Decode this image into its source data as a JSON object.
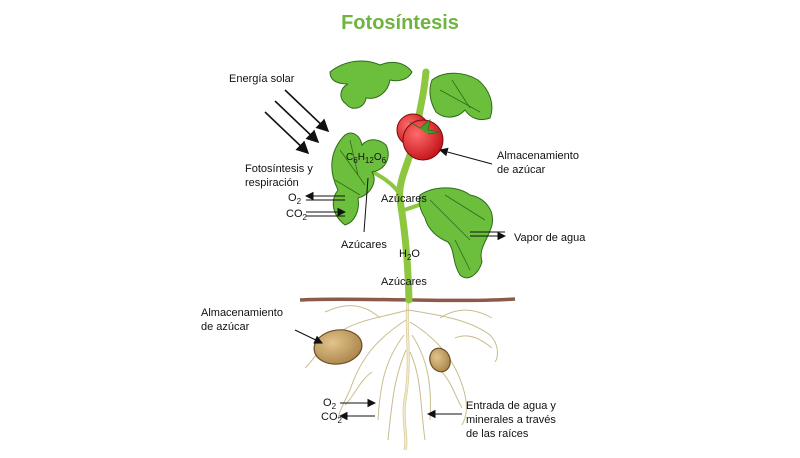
{
  "title": "Fotosíntesis",
  "labels": {
    "energia_solar": "Energía solar",
    "fotosintesis_line1": "Fotosíntesis y",
    "fotosintesis_line2": "respiración",
    "o2_top": "O",
    "o2_top_sub": "2",
    "co2_top": "CO",
    "co2_top_sub": "2",
    "azucares_left": "Azúcares",
    "glucose_c": "C",
    "glucose_c_sub": "6",
    "glucose_h": "H",
    "glucose_h_sub": "12",
    "glucose_o": "O",
    "glucose_o_sub": "6",
    "almac_top_line1": "Almacenamiento",
    "almac_top_line2": "de azúcar",
    "azucares_stem_top": "Azúcares",
    "vapor_agua": "Vapor de agua",
    "h2o_h": "H",
    "h2o_sub": "2",
    "h2o_o": "O",
    "azucares_stem_bottom": "Azúcares",
    "almac_bottom_line1": "Almacenamiento",
    "almac_bottom_line2": "de azúcar",
    "o2_bottom": "O",
    "o2_bottom_sub": "2",
    "co2_bottom": "CO",
    "co2_bottom_sub": "2",
    "entrada_line1": "Entrada de agua y",
    "entrada_line2": "minerales a través",
    "entrada_line3": "de las raíces"
  },
  "colors": {
    "title": "#6fb43f",
    "leaf": "#6cbf3c",
    "stem": "#8dc63f",
    "tomato": "#e31e24",
    "potato": "#c9a466",
    "soil": "#8a5a4a",
    "root": "#efe6c2"
  }
}
